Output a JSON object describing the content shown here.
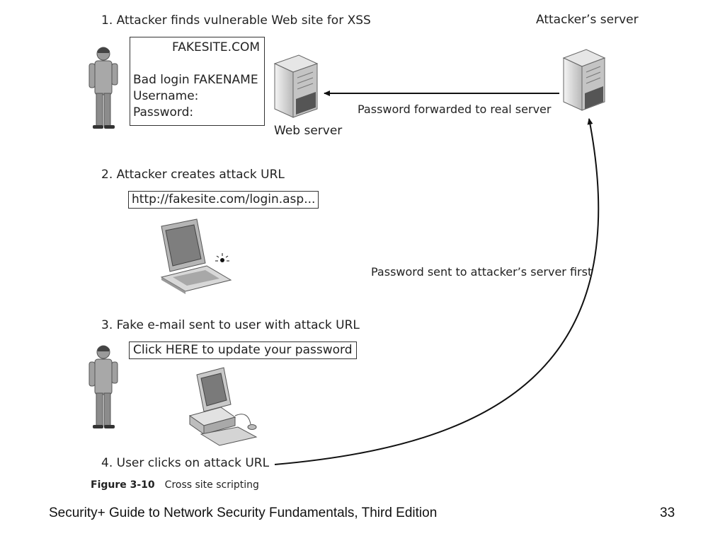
{
  "steps": {
    "step1": "1. Attacker finds vulnerable Web site for XSS",
    "step2": "2. Attacker creates attack URL",
    "step3": "3. Fake e-mail sent to user with attack URL",
    "step4": "4. User clicks on attack URL"
  },
  "fake_site_box": {
    "title": "FAKESITE.COM",
    "line1": "Bad login FAKENAME",
    "line2": "Username:",
    "line3": "Password:"
  },
  "url_box": "http://fakesite.com/login.asp...",
  "email_box": "Click HERE to update your password",
  "labels": {
    "attacker_server": "Attacker’s server",
    "web_server": "Web server",
    "forwarded": "Password forwarded to real server",
    "sent_first": "Password sent to attacker’s server first"
  },
  "figure": {
    "number": "Figure 3-10",
    "caption": "Cross site scripting"
  },
  "footer": {
    "source": "Security+ Guide to Network Security Fundamentals, Third Edition",
    "page": "33"
  },
  "icons": [
    "attacker-figure-icon",
    "web-server-icon",
    "attacker-server-icon",
    "laptop-icon",
    "user-figure-icon",
    "desktop-computer-icon"
  ]
}
